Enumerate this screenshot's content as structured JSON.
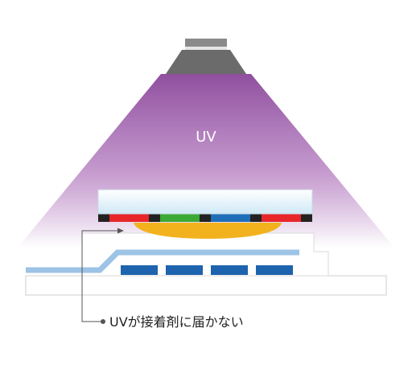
{
  "labels": {
    "uv": "UV",
    "callout": "UVが接着剤に届かない"
  },
  "colors": {
    "beam_top": "#8f4f9e",
    "beam_bottom": "#ffffff",
    "lamp_dark": "#6b6b6b",
    "lamp_light": "#8a8a8a",
    "glass": "#cfe9f6",
    "adhesive": "#f2b21e",
    "pixel_red": "#e8262a",
    "pixel_green": "#3aaa35",
    "pixel_blue": "#1f6fb8",
    "separator": "#222222",
    "wiring": "#9dc3e6",
    "pad_blue": "#1e63ad",
    "substrate": "#ffffff",
    "outline": "#cfcfcf",
    "uv_text": "#ffffff",
    "callout_line": "#555555"
  },
  "pixel_sequence": [
    "red",
    "green",
    "blue",
    "red"
  ],
  "pad_count": 4
}
